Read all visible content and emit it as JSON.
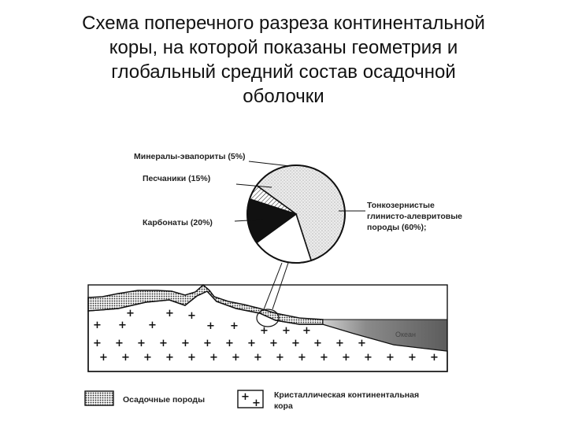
{
  "title": {
    "lines": [
      "Схема поперечного разреза континентальной",
      "коры, на которой показаны геометрия и",
      "глобальный средний состав осадочной",
      "оболочки"
    ]
  },
  "pie": {
    "slices": [
      {
        "label": "Тонкозернистые глинисто-алевритовые породы (60%)",
        "value": 60,
        "fill": "dotted-light"
      },
      {
        "label": "Карбонаты (20%)",
        "value": 20,
        "fill": "white"
      },
      {
        "label": "Песчаники (15%)",
        "value": 15,
        "fill": "black"
      },
      {
        "label": "Минералы-эвапориты (5%)",
        "value": 5,
        "fill": "hatched"
      }
    ],
    "labels": {
      "evaporites": "Минералы-эвапориты (5%)",
      "sandstones": "Песчаники (15%)",
      "carbonates": "Карбонаты (20%)",
      "clays_line1": "Тонкозернистые",
      "clays_line2": "глинисто-алевритовые",
      "clays_line3": "породы (60%);"
    }
  },
  "section": {
    "ocean_label": "Океан"
  },
  "legend": {
    "sedimentary": "Осадочные породы",
    "crust_line1": "Кристаллическая континентальная",
    "crust_line2": "кора"
  },
  "colors": {
    "slice_clays": "#e6e6e6",
    "slice_carbonates": "#ffffff",
    "slice_sandstones": "#111111",
    "ocean_dark": "#5a5a5a",
    "ocean_light": "#b8b8b8"
  }
}
